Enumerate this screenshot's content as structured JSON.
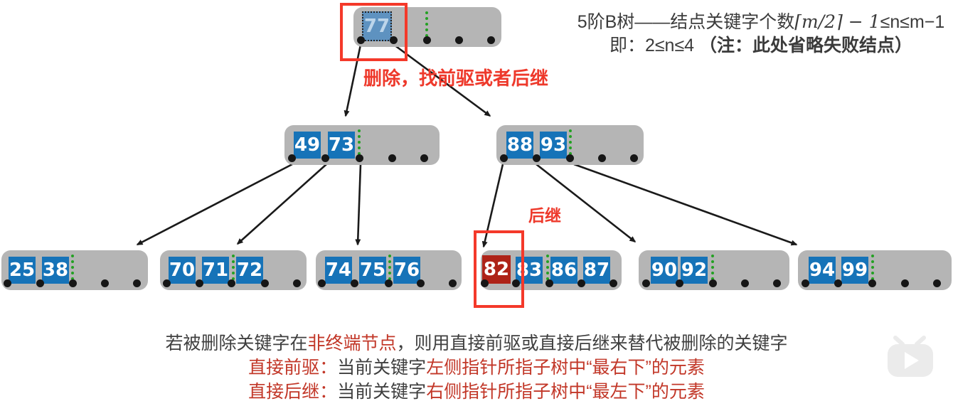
{
  "title": {
    "line1_pre": "5阶B树——结点关键字个数",
    "line1_math": "⌈m/2⌉ − 1",
    "line1_post": "≤n≤m−1",
    "line2_main": "即：2≤n≤4 ",
    "line2_note": "（注：此处省略失败结点）"
  },
  "labels": {
    "delete_hint": "删除，找前驱或者后继",
    "successor": "后继"
  },
  "tree": {
    "order": "5",
    "root": {
      "keys": [
        "77"
      ],
      "state": "selected-for-deletion"
    },
    "internal_left": {
      "keys": [
        "49",
        "73"
      ]
    },
    "internal_right": {
      "keys": [
        "88",
        "93"
      ]
    },
    "leaves": [
      {
        "keys": [
          "25",
          "38"
        ]
      },
      {
        "keys": [
          "70",
          "71",
          "72"
        ]
      },
      {
        "keys": [
          "74",
          "75",
          "76"
        ]
      },
      {
        "keys": [
          "82",
          "83",
          "86",
          "87"
        ],
        "highlighted_key": "82"
      },
      {
        "keys": [
          "90",
          "92"
        ]
      },
      {
        "keys": [
          "94",
          "99"
        ]
      }
    ]
  },
  "footer": {
    "line1_pre": "若被删除关键字在",
    "line1_red": "非终端节点",
    "line1_post": "，则用直接前驱或直接后继来替代被删除的关键字",
    "line2_label": "直接前驱：",
    "line2_mid": "当前关键字",
    "line2_red": "左侧指针所指子树中“最右下”的元素",
    "line3_label": "直接后继：",
    "line3_mid": "当前关键字",
    "line3_red": "右侧指针所指子树中“最左下”的元素"
  },
  "colors": {
    "node_gray": "#b5b5b5",
    "key_blue": "#1673b8",
    "key_selected_blue": "#5e92c0",
    "key_highlight_red": "#ae2318",
    "marquee_red": "#f4392a",
    "label_red": "#ee392b",
    "footer_red": "#c23728",
    "min_divider_green": "#23a123",
    "edge_black": "#1a1a1a"
  },
  "icons": {
    "watermark": "bilibili-tv-play-icon"
  }
}
